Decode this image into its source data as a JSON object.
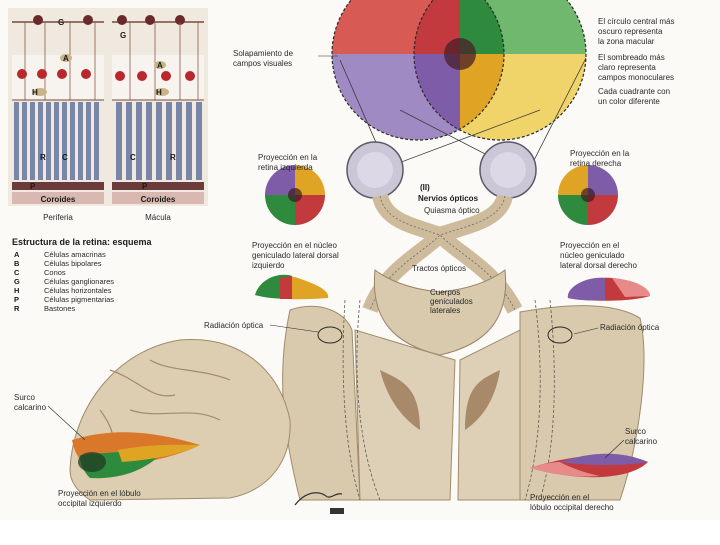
{
  "retina": {
    "label_G": "G",
    "label_A": "A",
    "label_H": "H",
    "label_G2": "G",
    "label_A2": "A",
    "label_H2": "H",
    "label_R1": "R",
    "label_C1": "C",
    "label_R2": "R",
    "label_C2": "C",
    "label_P1": "P",
    "label_P2": "P",
    "coroides_left": "Coroides",
    "coroides_right": "Coroides",
    "periferia": "Periferia",
    "macula": "Mácula"
  },
  "legend": {
    "title": "Estructura de la retina: esquema",
    "items": [
      {
        "key": "A",
        "text": "Células amacrinas"
      },
      {
        "key": "B",
        "text": "Células bipolares"
      },
      {
        "key": "C",
        "text": "Conos"
      },
      {
        "key": "G",
        "text": "Células ganglionares"
      },
      {
        "key": "H",
        "text": "Células horizontales"
      },
      {
        "key": "P",
        "text": "Células pigmentarias"
      },
      {
        "key": "R",
        "text": "Bastones"
      }
    ]
  },
  "labels": {
    "overlap_1": "Solapamiento de",
    "overlap_2": "campos visuales",
    "note1_1": "El círculo central más",
    "note1_2": "oscuro representa",
    "note1_3": "la zona macular",
    "note2_1": "El sombreado más",
    "note2_2": "claro representa",
    "note2_3": "campos monoculares",
    "note3_1": "Cada cuadrante con",
    "note3_2": "un color diferente",
    "proj_left_retina_1": "Proyección en la",
    "proj_left_retina_2": "retina izquierda",
    "proj_right_retina_1": "Proyección en la",
    "proj_right_retina_2": "retina derecha",
    "optic_nerves_num": "(II)",
    "optic_nerves": "Nervios ópticos",
    "chiasm": "Quiasma óptico",
    "lgn_left_1": "Proyección en el núcleo",
    "lgn_left_2": "geniculado lateral dorsal",
    "lgn_left_3": "izquierdo",
    "lgn_right_1": "Proyección en el",
    "lgn_right_2": "núcleo geniculado",
    "lgn_right_3": "lateral dorsal derecho",
    "tracts": "Tractos ópticos",
    "geniculate_1": "Cuerpos",
    "geniculate_2": "geniculados",
    "geniculate_3": "laterales",
    "radiation_left": "Radiación óptica",
    "radiation_right": "Radiación óptica",
    "calcarine_left_1": "Surco",
    "calcarine_left_2": "calcarino",
    "calcarine_right_1": "Surco",
    "calcarine_right_2": "calcarino",
    "occ_left_1": "Proyección en el lóbulo",
    "occ_left_2": "occipital izquierdo",
    "occ_right_1": "Proyección en el",
    "occ_right_2": "lóbulo occipital derecho"
  },
  "colors": {
    "red": "#c8353a",
    "green": "#2f8a3e",
    "yellow": "#e2b322",
    "purple": "#8a62a8",
    "orange": "#d9782a",
    "tissue": "#d9c9ad",
    "tissue_dark": "#b79c78"
  }
}
